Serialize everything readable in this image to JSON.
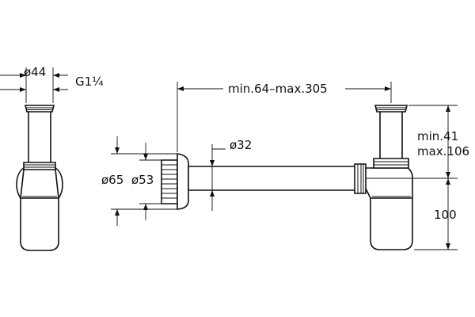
{
  "labels": {
    "outlet_diameter": "ø44",
    "thread": "G1¼",
    "wall_length": "min.64–max.305",
    "pipe_diameter": "ø32",
    "rosette_outer": "ø65",
    "rosette_inner": "ø53",
    "height_range_min": "min.41",
    "height_range_max": "max.106",
    "trap_height": "100"
  },
  "colors": {
    "line": "#111111",
    "background": "#ffffff"
  }
}
